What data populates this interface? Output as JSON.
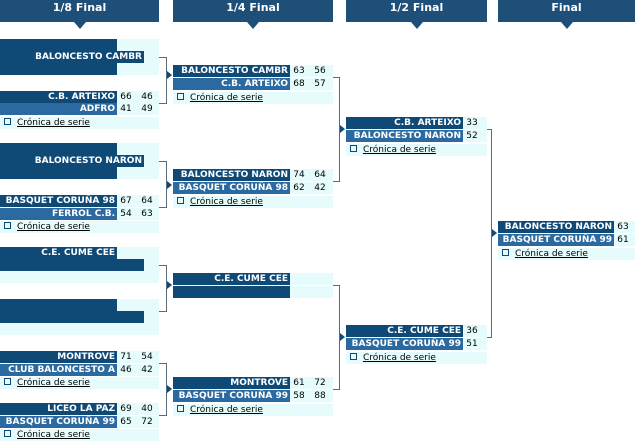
{
  "rounds": [
    "1/8 Final",
    "1/4 Final",
    "1/2 Final",
    "Final"
  ],
  "cronica": "Crónica de serie",
  "r16": [
    {
      "a": "BALONCESTO CAMBR",
      "b": "",
      "sa": [
        "",
        ""
      ],
      "sb": [
        "",
        ""
      ]
    },
    {
      "a": "C.B. ARTEIXO",
      "b": "ADFRO",
      "sa": [
        "66",
        "46"
      ],
      "sb": [
        "41",
        "49"
      ]
    },
    {
      "a": "BALONCESTO NARON",
      "b": "",
      "sa": [
        "",
        ""
      ],
      "sb": [
        "",
        ""
      ]
    },
    {
      "a": "BASQUET CORUÑA 98",
      "b": "FERROL C.B.",
      "sa": [
        "67",
        "64"
      ],
      "sb": [
        "54",
        "63"
      ]
    },
    {
      "a": "C.E. CUME CEE",
      "b": "",
      "sa": [
        "",
        ""
      ],
      "sb": [
        "",
        ""
      ]
    },
    {
      "a": "",
      "b": "",
      "sa": [
        "",
        ""
      ],
      "sb": [
        "",
        ""
      ]
    },
    {
      "a": "MONTROVE",
      "b": "CLUB BALONCESTO A",
      "sa": [
        "71",
        "54"
      ],
      "sb": [
        "46",
        "42"
      ]
    },
    {
      "a": "LICEO LA PAZ",
      "b": "BASQUET CORUÑA 99",
      "sa": [
        "69",
        "40"
      ],
      "sb": [
        "65",
        "72"
      ]
    }
  ],
  "qf": [
    {
      "a": "BALONCESTO CAMBR",
      "b": "C.B. ARTEIXO",
      "sa": [
        "63",
        "56"
      ],
      "sb": [
        "68",
        "57"
      ]
    },
    {
      "a": "BALONCESTO NARON",
      "b": "BASQUET CORUÑA 98",
      "sa": [
        "74",
        "64"
      ],
      "sb": [
        "62",
        "42"
      ]
    },
    {
      "a": "C.E. CUME CEE",
      "b": "",
      "sa": [
        "",
        ""
      ],
      "sb": [
        "",
        ""
      ]
    },
    {
      "a": "MONTROVE",
      "b": "BASQUET CORUÑA 99",
      "sa": [
        "61",
        "72"
      ],
      "sb": [
        "58",
        "88"
      ]
    }
  ],
  "sf": [
    {
      "a": "C.B. ARTEIXO",
      "b": "BALONCESTO NARON",
      "sa": [
        "33"
      ],
      "sb": [
        "52"
      ]
    },
    {
      "a": "C.E. CUME CEE",
      "b": "BASQUET CORUÑA 99",
      "sa": [
        "36"
      ],
      "sb": [
        "51"
      ]
    }
  ],
  "final": {
    "a": "BALONCESTO NARON",
    "b": "BASQUET CORUÑA 99",
    "sa": [
      "63"
    ],
    "sb": [
      "61"
    ]
  }
}
